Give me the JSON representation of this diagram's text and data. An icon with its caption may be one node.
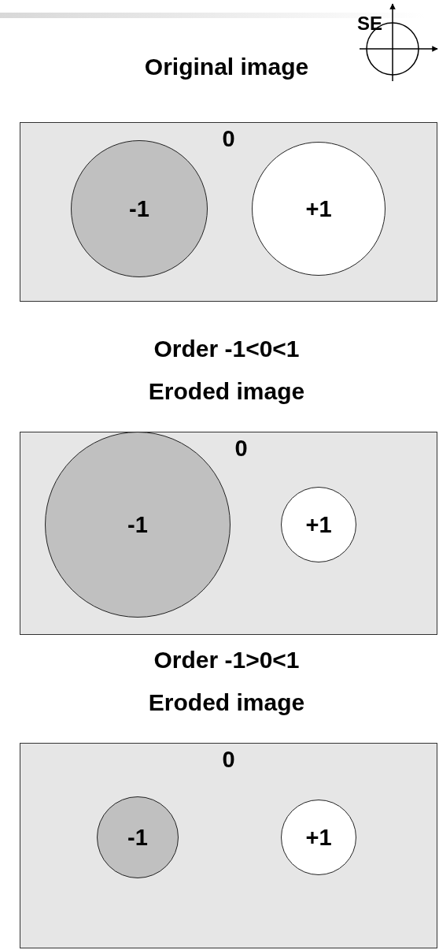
{
  "diagram": {
    "nodes": [
      {
        "text": [
          "0"
        ]
      },
      {
        "text": [
          "-1"
        ],
        "in": 0
      },
      {
        "text": [
          "+1"
        ],
        "in": 0
      },
      {
        "text": [
          "0"
        ]
      },
      {
        "text": [
          "-1"
        ],
        "in": 3
      },
      {
        "text": [
          "+1"
        ],
        "in": 3
      },
      {
        "text": [
          "0"
        ]
      },
      {
        "text": [
          "-1"
        ],
        "in": 6
      },
      {
        "text": [
          "+1"
        ],
        "in": 6
      }
    ],
    "labels": [
      "SE",
      "Original image",
      "Order -1<0<1",
      "Eroded image",
      "Order -1>0<1",
      "Eroded image"
    ]
  }
}
